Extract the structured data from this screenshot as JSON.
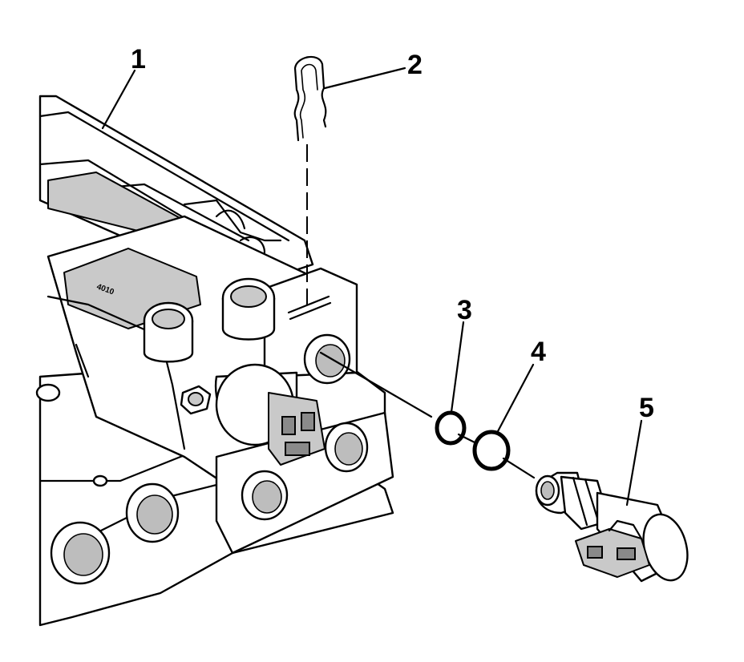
{
  "callouts": [
    {
      "id": "1",
      "label": "1"
    },
    {
      "id": "2",
      "label": "2"
    },
    {
      "id": "3",
      "label": "3"
    },
    {
      "id": "4",
      "label": "4"
    },
    {
      "id": "5",
      "label": "5"
    }
  ],
  "stamp": "4010"
}
